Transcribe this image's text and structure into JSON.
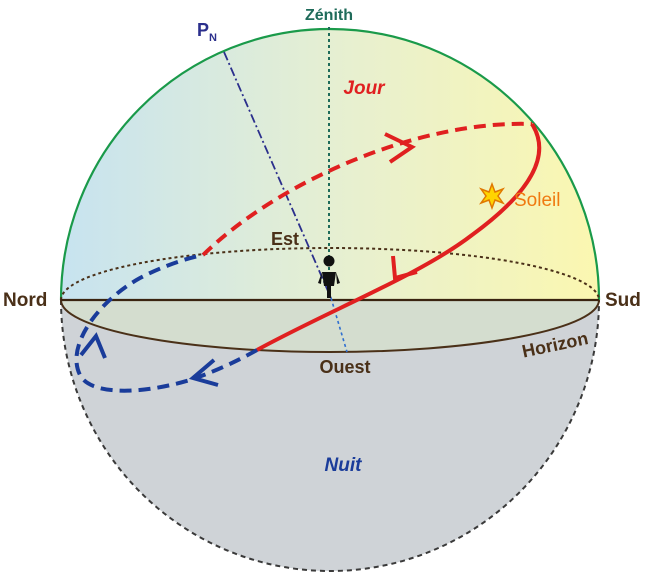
{
  "labels": {
    "zenith": "Zénith",
    "pole_letter": "P",
    "pole_sub": "N",
    "day": "Jour",
    "night": "Nuit",
    "sun": "Soleil",
    "east": "Est",
    "west": "Ouest",
    "north": "Nord",
    "south": "Sud",
    "horizon": "Horizon"
  },
  "colors": {
    "sphere_outline": "#1a9a4a",
    "zenith_line": "#1f6b5a",
    "pole_axis": "#2b2f8c",
    "day_path": "#e02020",
    "night_path": "#1a3c9a",
    "horizon_line": "#4a3018",
    "night_fill": "#cfd3d7",
    "sun_fill": "#ffd400",
    "sun_outline": "#e07800",
    "sun_label": "#f07a10",
    "day_label": "#e02020",
    "night_label": "#1a3c9a",
    "cardinal_label": "#4a3018",
    "zenith_label": "#1f6b5a",
    "pole_label": "#2b2f8c"
  }
}
